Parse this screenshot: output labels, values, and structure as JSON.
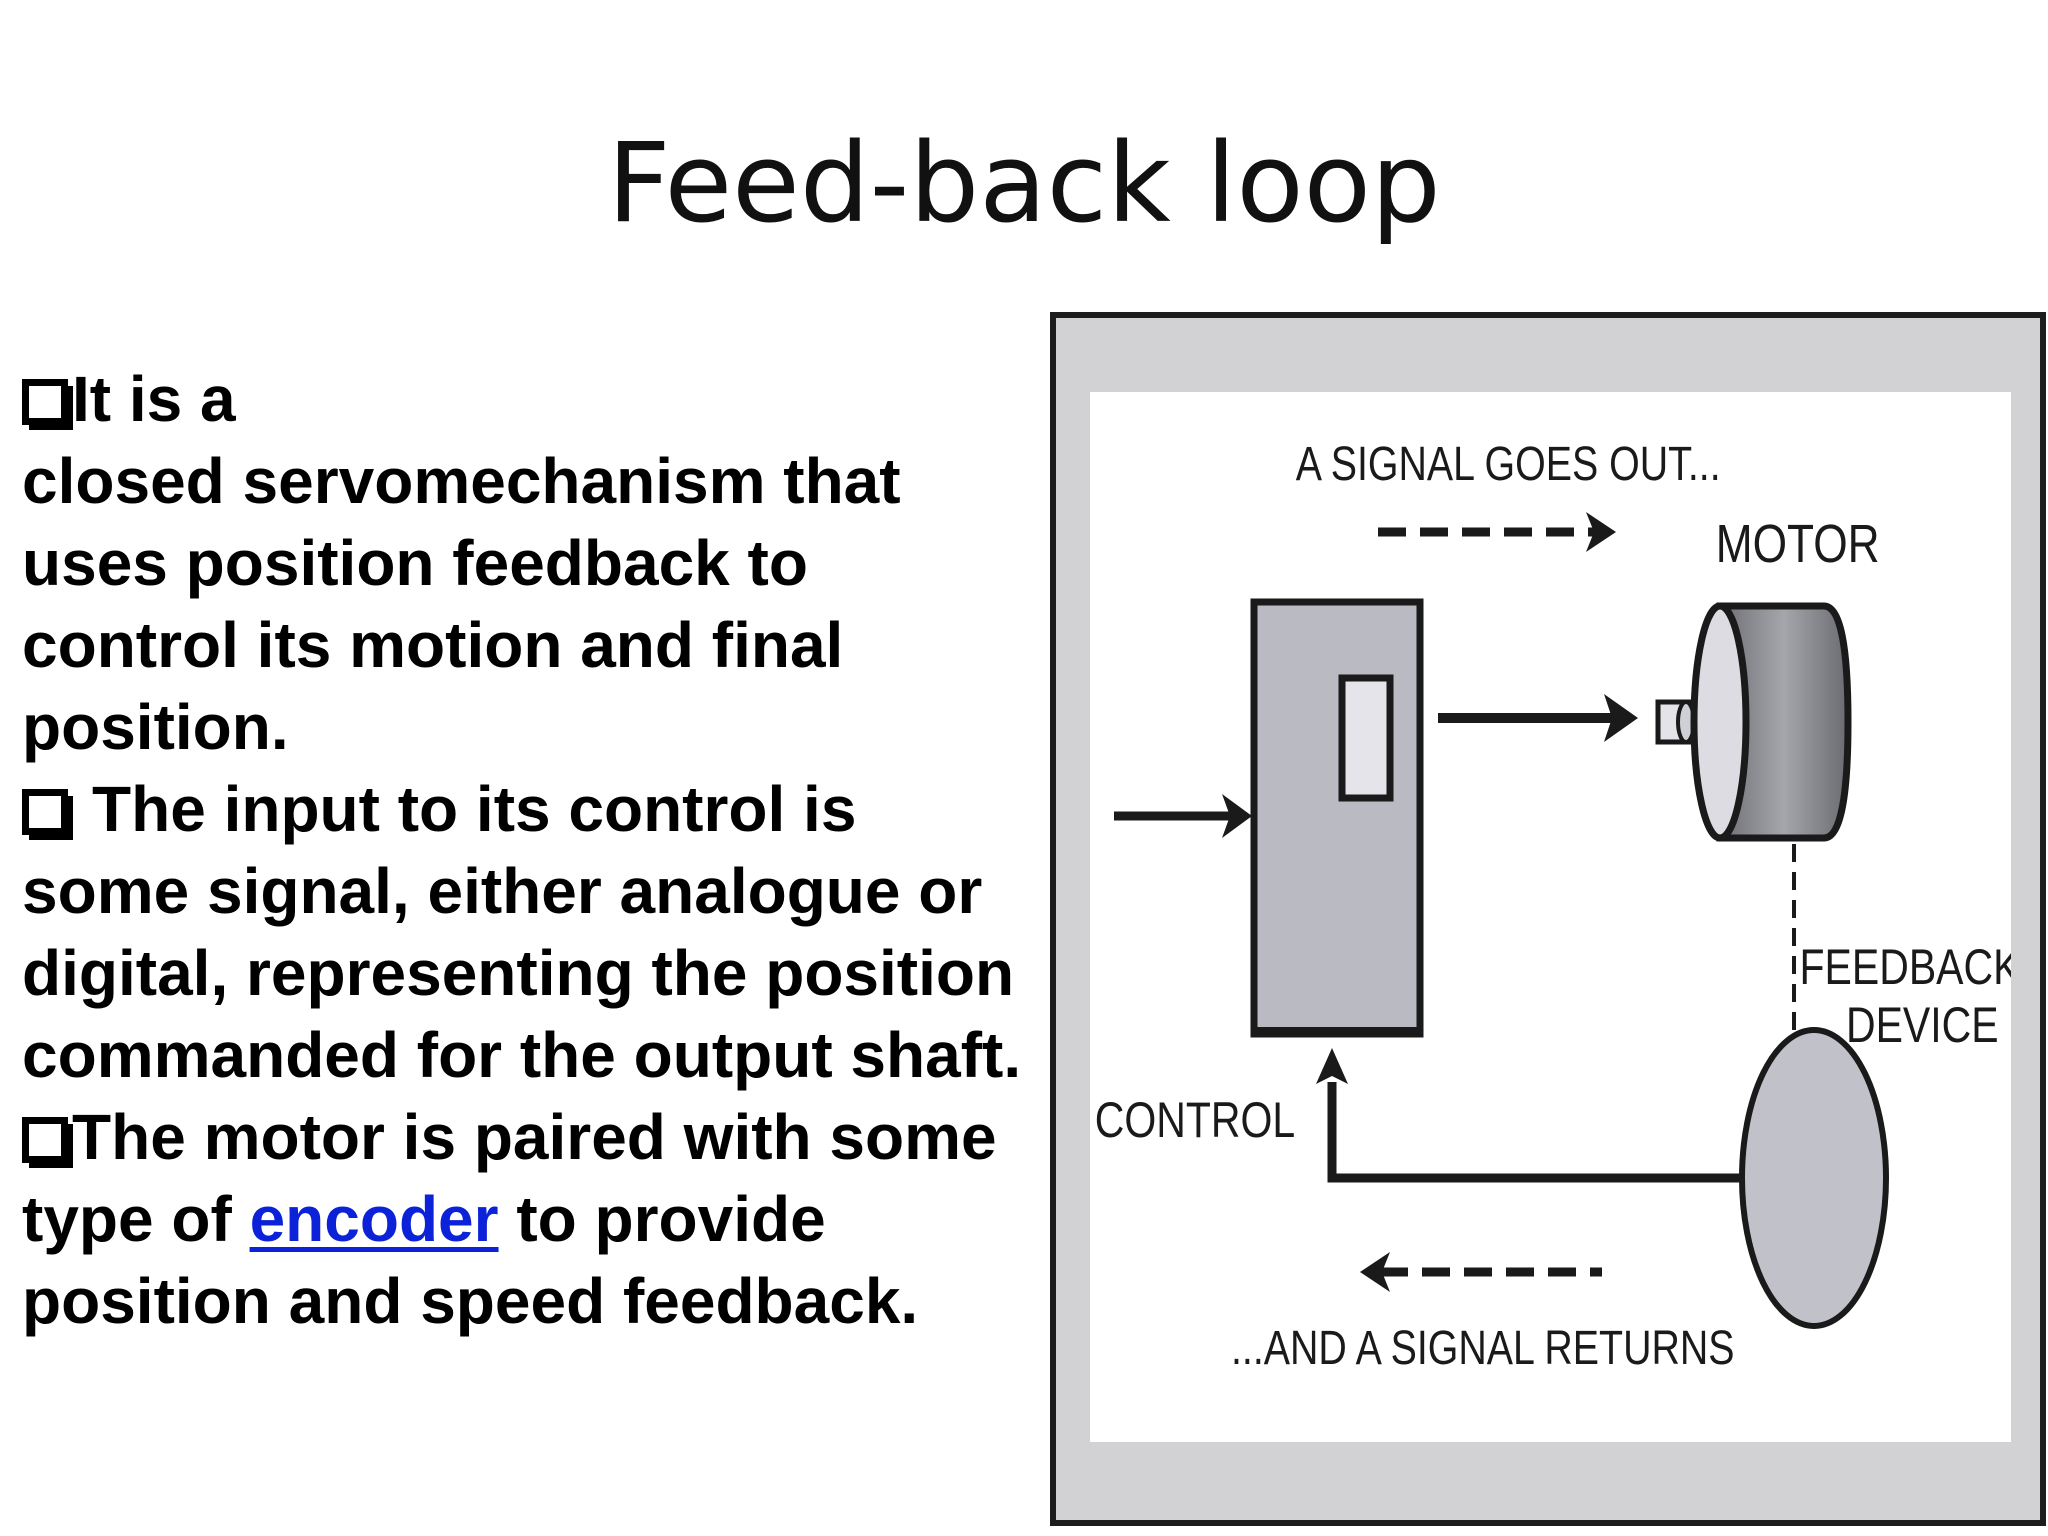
{
  "slide": {
    "title": "Feed-back loop"
  },
  "bullets": {
    "b1": {
      "line1": "It is a",
      "line2": "closed servomechanism that uses position feedback to control its motion and final position."
    },
    "b2": {
      "text": "The input to its control is some signal, either analogue or digital, representing the position commanded for the output shaft."
    },
    "b3": {
      "before": "The motor is paired with some type of ",
      "link": "encoder",
      "after": " to provide position and speed feedback."
    }
  },
  "figure": {
    "signal_out": "A SIGNAL GOES OUT...",
    "motor": "MOTOR",
    "feedback_line1": "FEEDBACK",
    "feedback_line2": "DEVICE",
    "control": "CONTROL",
    "signal_returns": "...AND A SIGNAL RETURNS",
    "colors": {
      "frame": "#d2d2d4",
      "control_box": "#b9bac2",
      "motor_body": "#8e8f95",
      "feedback_device": "#c0c1c9"
    }
  }
}
